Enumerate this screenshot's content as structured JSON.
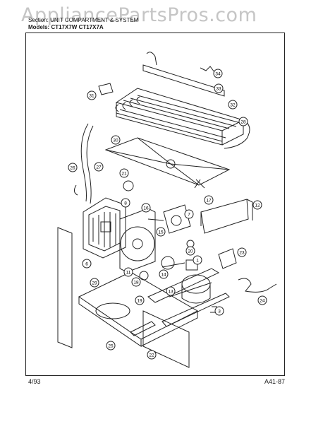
{
  "watermark": "AppliancePartsPros.com",
  "header": {
    "section": "Section: UNIT COMPARTMENT & SYSTEM",
    "models": "Models: CT17X7W CT17X7A"
  },
  "footer": {
    "date": "4/93",
    "code": "A41-87"
  },
  "callouts": [
    "34",
    "33",
    "32",
    "28",
    "30",
    "31",
    "26",
    "27",
    "21",
    "17",
    "8",
    "16",
    "12",
    "15",
    "7",
    "20",
    "23",
    "1",
    "14",
    "11",
    "6",
    "18",
    "13",
    "22",
    "29",
    "19",
    "24",
    "25",
    "3"
  ]
}
